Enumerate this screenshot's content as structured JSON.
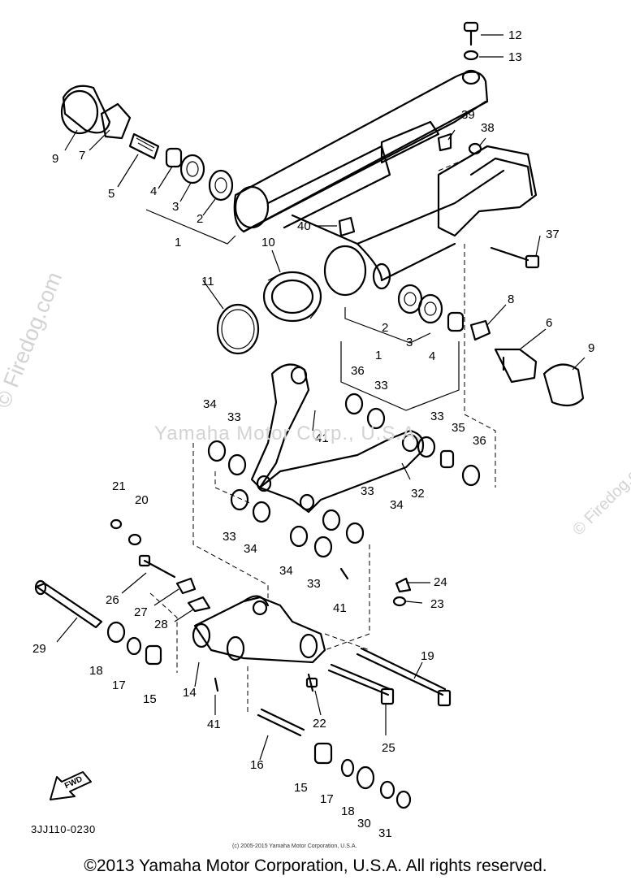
{
  "watermarks": {
    "center": "Yamaha Motor Corp., U.S.A.",
    "side": "© Firedog.com",
    "small": "© Firedog.com"
  },
  "callouts": [
    "12",
    "13",
    "9",
    "7",
    "5",
    "4",
    "3",
    "2",
    "1",
    "39",
    "38",
    "40",
    "10",
    "37",
    "11",
    "2",
    "3",
    "4",
    "1",
    "8",
    "6",
    "9",
    "36",
    "33",
    "34",
    "33",
    "41",
    "33",
    "35",
    "36",
    "21",
    "20",
    "33",
    "34",
    "32",
    "33",
    "34",
    "34",
    "33",
    "26",
    "27",
    "41",
    "24",
    "23",
    "29",
    "28",
    "18",
    "17",
    "15",
    "14",
    "19",
    "41",
    "22",
    "16",
    "25",
    "15",
    "17",
    "18",
    "30",
    "31"
  ],
  "diagram_code": "3JJ110-0230",
  "fwd_label": "FWD",
  "small_copyright": "(c) 2005-2015 Yamaha Motor Corporation, U.S.A.",
  "footer_copyright": "©2013 Yamaha Motor Corporation, U.S.A. All rights reserved."
}
